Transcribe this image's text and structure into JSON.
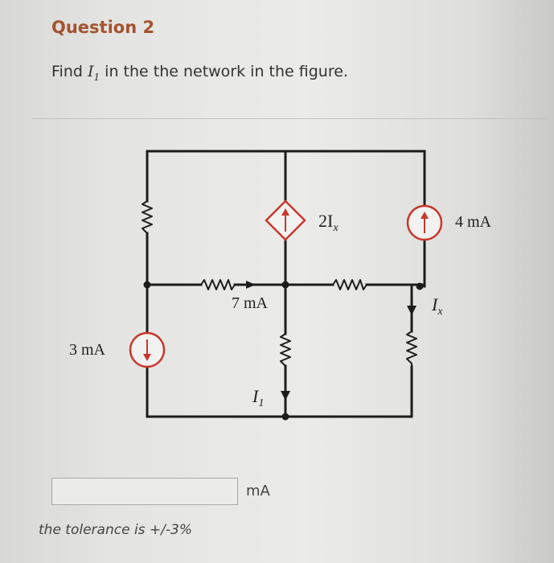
{
  "question": {
    "title": "Question 2",
    "prompt_before": "Find ",
    "prompt_var": "I",
    "prompt_sub": "1",
    "prompt_after": " in the the network in the figure."
  },
  "figure": {
    "source_left_value": "3 mA",
    "source_right_value": "4 mA",
    "current_label_7mA": "7 mA",
    "dependent_source_label": "2I",
    "dependent_source_sub": "x",
    "Ix_label": "I",
    "Ix_sub": "x",
    "I1_label": "I",
    "I1_sub": "1"
  },
  "answer": {
    "input_value": "",
    "unit": "mA"
  },
  "tolerance_text": "the tolerance is +/-3%",
  "colors": {
    "title": "#a4532f",
    "source_outline": "#c8372d",
    "wire": "#1c1c1c"
  }
}
